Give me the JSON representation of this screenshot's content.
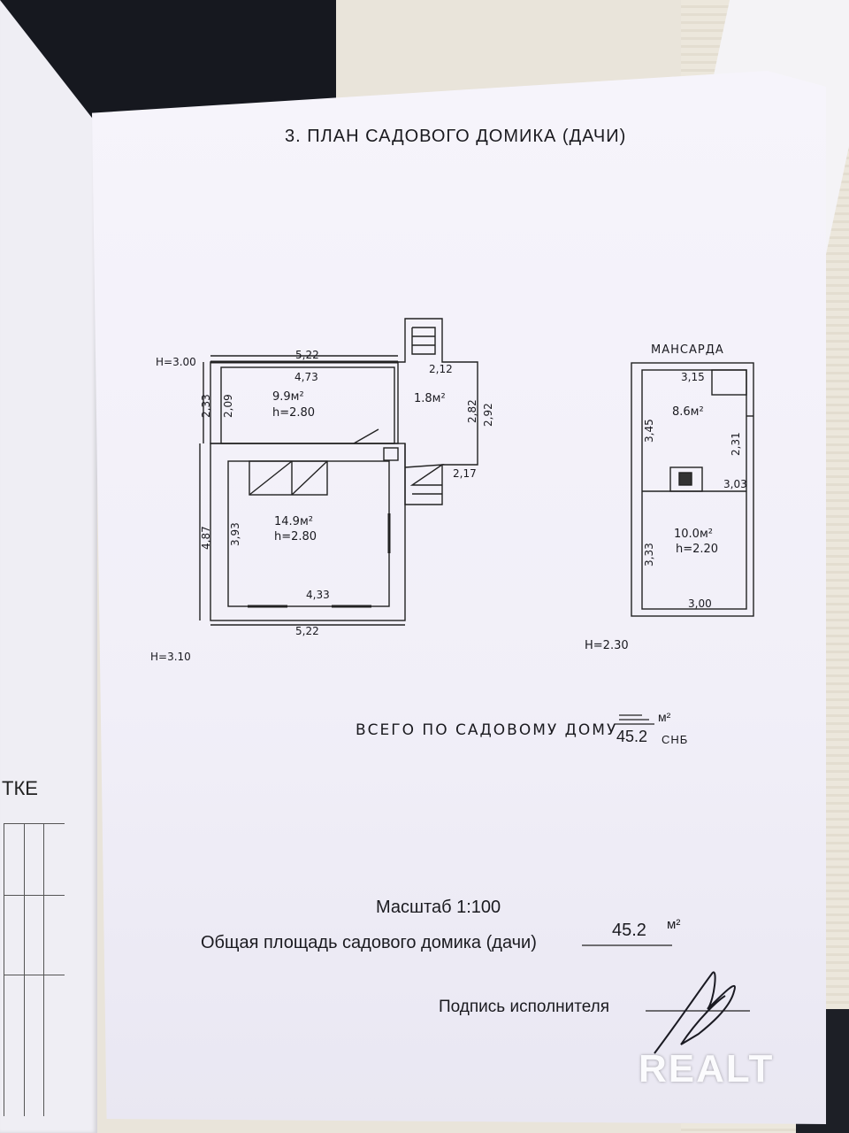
{
  "document": {
    "title": "3. ПЛАН САДОВОГО ДОМИКА (ДАЧИ)",
    "left_page_fragment": "ТКЕ",
    "total_label": "ВСЕГО ПО САДОВОМУ ДОМУ",
    "total_value": "45.2",
    "total_unit": "м²",
    "total_suffix": "СНБ",
    "scale": "Масштаб 1:100",
    "area_label": "Общая площадь садового домика (дачи)",
    "area_value": "45.2",
    "area_unit": "м²",
    "signature_label": "Подпись исполнителя",
    "watermark": "REALT"
  },
  "ground_floor": {
    "height_top": "Н=3.00",
    "height_bottom": "Н=3.10",
    "dims": {
      "top_outer": "5,22",
      "top_inner": "4,73",
      "left_top_outer": "2,33",
      "left_top_inner": "2,09",
      "porch_width": "2,12",
      "porch_inner": "2,82",
      "porch_outer": "2,92",
      "porch_bottom": "2,17",
      "left_outer": "4,87",
      "left_inner": "3,93",
      "bottom_inner": "4,33",
      "bottom_outer": "5,22"
    },
    "rooms": [
      {
        "area": "9.9м²",
        "height": "h=2.80"
      },
      {
        "area": "1.8м²",
        "height": ""
      },
      {
        "area": "14.9м²",
        "height": "h=2.80"
      }
    ]
  },
  "attic": {
    "title": "МАНСАРДА",
    "height_bottom": "Н=2.30",
    "dims": {
      "top": "3,15",
      "left_top": "3,45",
      "right_top": "2,31",
      "right_mid": "3,03",
      "left_bottom": "3,33",
      "bottom": "3,00"
    },
    "rooms": [
      {
        "area": "8.6м²",
        "height": ""
      },
      {
        "area": "10.0м²",
        "height": "h=2.20"
      }
    ]
  }
}
